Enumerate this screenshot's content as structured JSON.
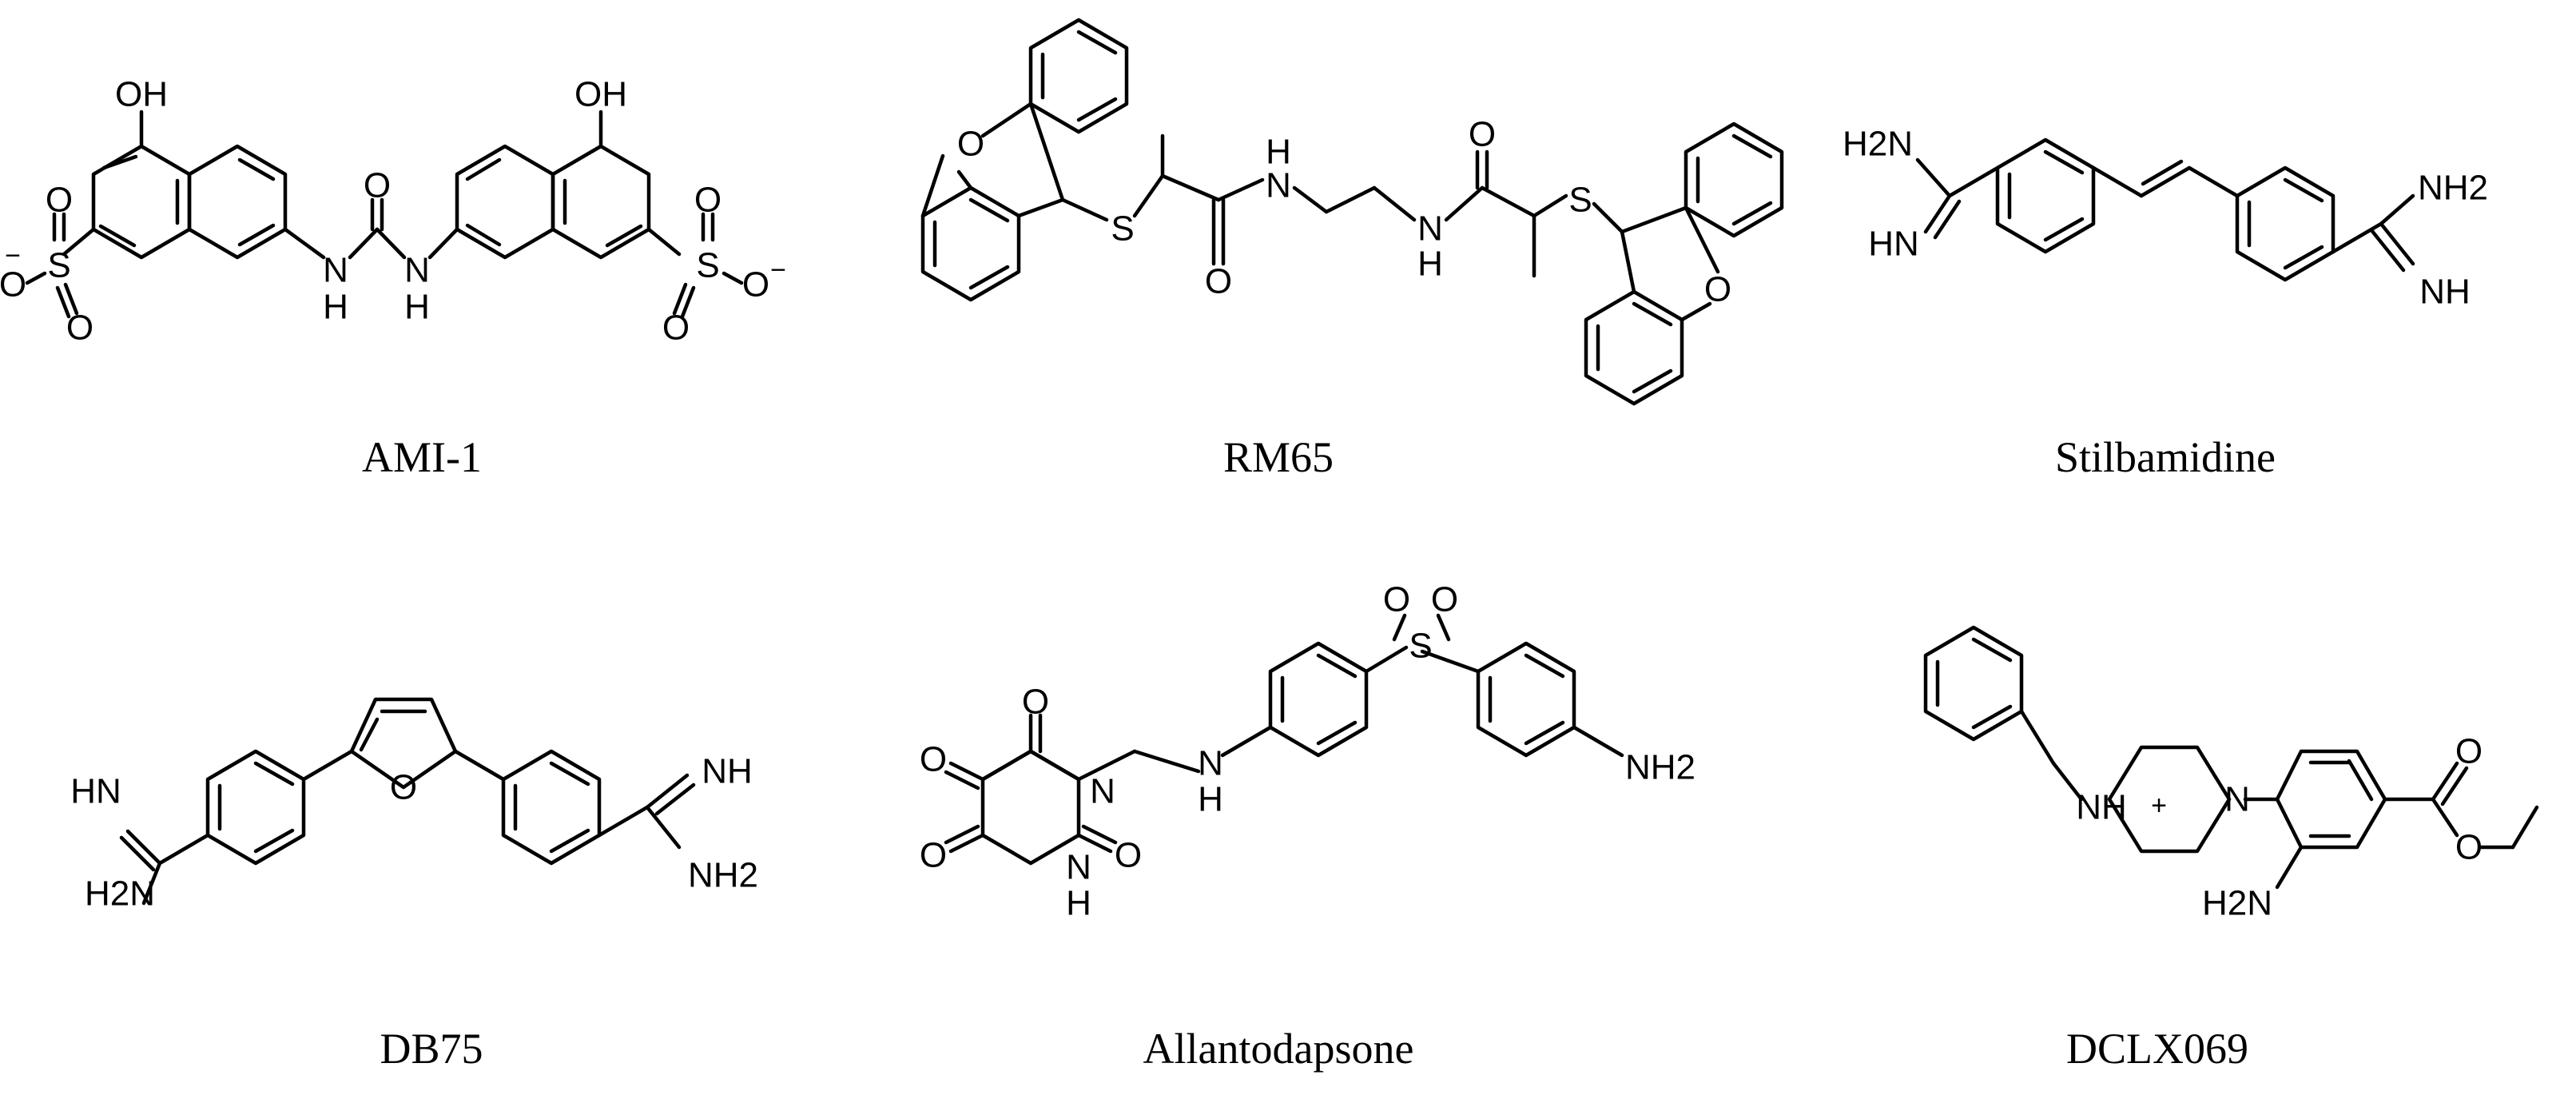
{
  "compounds": [
    {
      "name": "AMI-1",
      "labels": {
        "oh1": "OH",
        "oh2": "OH",
        "o_urea": "O",
        "nh1": "N",
        "h1": "H",
        "nh2": "N",
        "h2": "H",
        "s1": "S",
        "s1o1": "O",
        "s1o2": "O",
        "s1o3": "O",
        "s1chg": "−",
        "s2": "S",
        "s2o1": "O",
        "s2o2": "O",
        "s2o3": "O",
        "s2chg": "−"
      }
    },
    {
      "name": "RM65",
      "labels": {
        "o_x1": "O",
        "s1": "S",
        "o_c1": "O",
        "nh1_n": "N",
        "nh1_h": "H",
        "nh2_n": "N",
        "nh2_h": "H",
        "o_c2": "O",
        "s2": "S",
        "o_x2": "O"
      }
    },
    {
      "name": "Stilbamidine",
      "labels": {
        "nh2_left": "H2N",
        "nh_left": "HN",
        "nh2_right": "NH2",
        "nh_right": "NH"
      }
    },
    {
      "name": "DB75",
      "labels": {
        "hn_left": "HN",
        "h2n_left": "H2N",
        "o_furan": "O",
        "nh_right": "NH",
        "nh2_right": "NH2"
      }
    },
    {
      "name": "Allantodapsone",
      "labels": {
        "o_top": "O",
        "o_left1": "O",
        "n_ring": "N",
        "o_left2": "O",
        "o_right": "O",
        "nh_ring_n": "N",
        "nh_ring_h": "H",
        "nh_link_n": "N",
        "nh_link_h": "H",
        "s": "S",
        "so1": "O",
        "so2": "O",
        "nh2": "NH2"
      }
    },
    {
      "name": "DCLX069",
      "labels": {
        "nh_plus": "NH",
        "plus": "+",
        "n_pip": "N",
        "h2n": "H2N",
        "o_carbonyl": "O",
        "o_ester": "O"
      }
    }
  ]
}
